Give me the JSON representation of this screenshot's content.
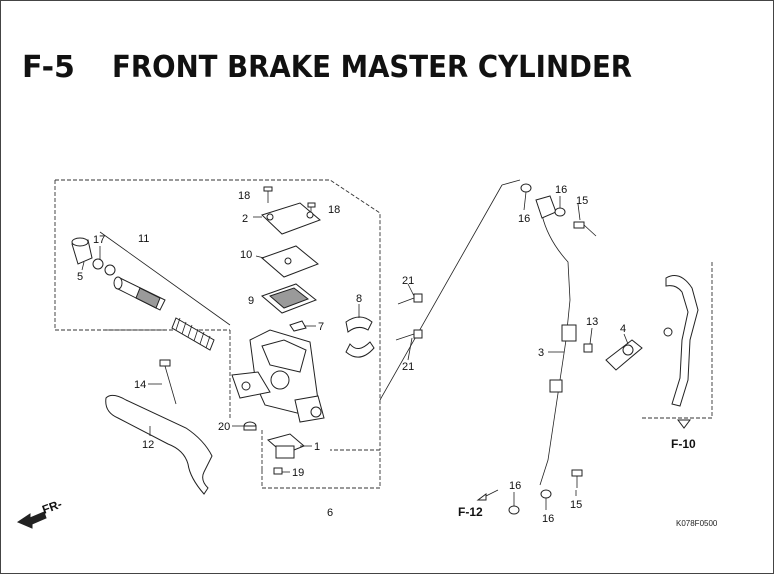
{
  "title": {
    "code": "F-5",
    "text": "FRONT BRAKE MASTER CYLINDER"
  },
  "callouts": {
    "c18a": "18",
    "c18b": "18",
    "c2": "2",
    "c10": "10",
    "c9": "9",
    "c7": "7",
    "c8": "8",
    "c11": "11",
    "c17": "17",
    "c5": "5",
    "c14": "14",
    "c12": "12",
    "c20": "20",
    "c1": "1",
    "c19": "19",
    "c6": "6",
    "c21a": "21",
    "c21b": "21",
    "c16a": "16",
    "c16b": "16",
    "c15a": "15",
    "c13": "13",
    "c4": "4",
    "c3": "3",
    "c16c": "16",
    "c16d": "16",
    "c15b": "15"
  },
  "refs": {
    "f10": "F-10",
    "f12": "F-12",
    "front": "FR-"
  },
  "drawing_code": "K078F0500"
}
